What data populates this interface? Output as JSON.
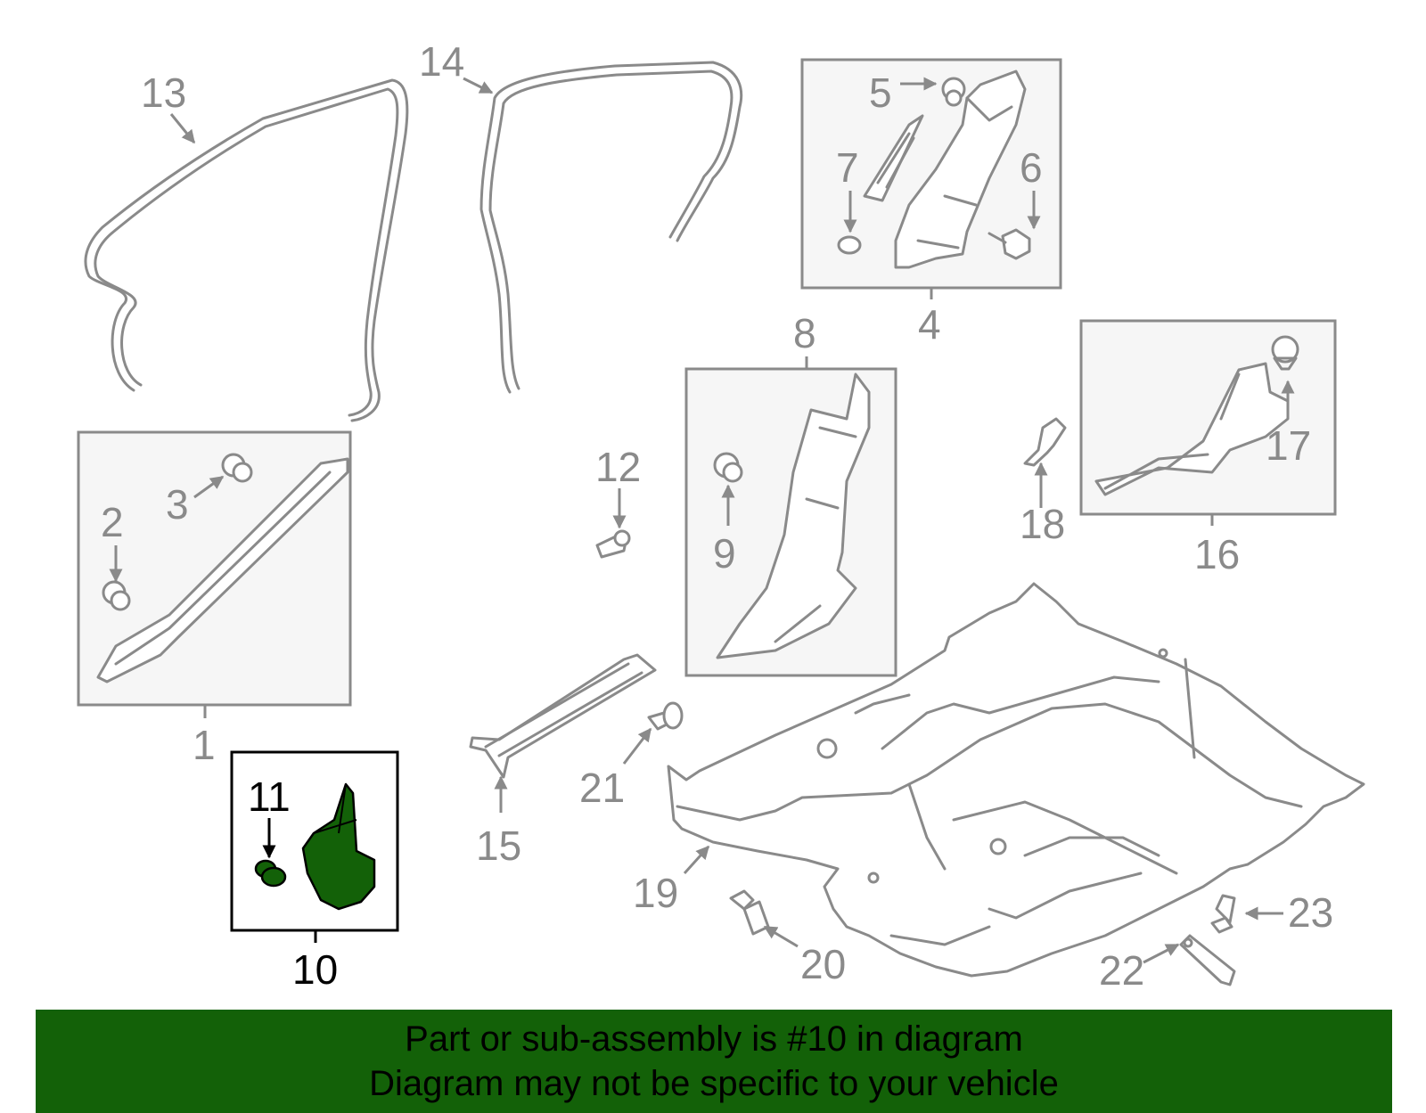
{
  "diagram": {
    "highlight_color": "#136108",
    "highlighted_part": "10",
    "callouts": {
      "c1": "1",
      "c2": "2",
      "c3": "3",
      "c4": "4",
      "c5": "5",
      "c6": "6",
      "c7": "7",
      "c8": "8",
      "c9": "9",
      "c10": "10",
      "c11": "11",
      "c12": "12",
      "c13": "13",
      "c14": "14",
      "c15": "15",
      "c16": "16",
      "c17": "17",
      "c18": "18",
      "c19": "19",
      "c20": "20",
      "c21": "21",
      "c22": "22",
      "c23": "23"
    }
  },
  "banner": {
    "line1": "Part or sub-assembly is #10 in diagram",
    "line2": "Diagram may not be specific to your vehicle",
    "background": "#136108"
  }
}
